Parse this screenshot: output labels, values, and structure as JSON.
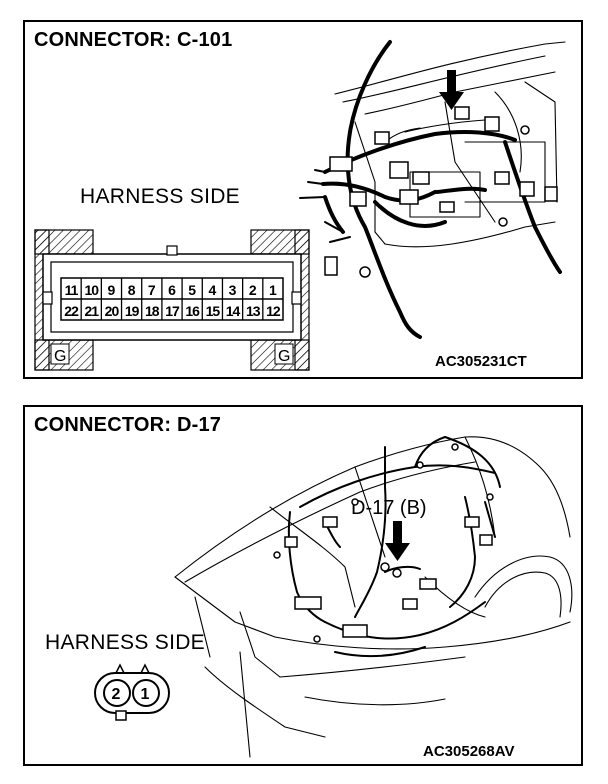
{
  "panels": [
    {
      "title": "CONNECTOR: C-101",
      "harness_side": "HARNESS SIDE",
      "code": "AC305231CT",
      "pins_top": [
        "11",
        "10",
        "9",
        "8",
        "7",
        "6",
        "5",
        "4",
        "3",
        "2",
        "1"
      ],
      "pins_bottom": [
        "22",
        "21",
        "20",
        "19",
        "18",
        "17",
        "16",
        "15",
        "14",
        "13",
        "12"
      ],
      "ground_left": "G",
      "ground_right": "G"
    },
    {
      "title": "CONNECTOR: D-17",
      "harness_side": "HARNESS SIDE",
      "code": "AC305268AV",
      "location_label": "D-17 (B)",
      "pins": [
        "2",
        "1"
      ]
    }
  ]
}
